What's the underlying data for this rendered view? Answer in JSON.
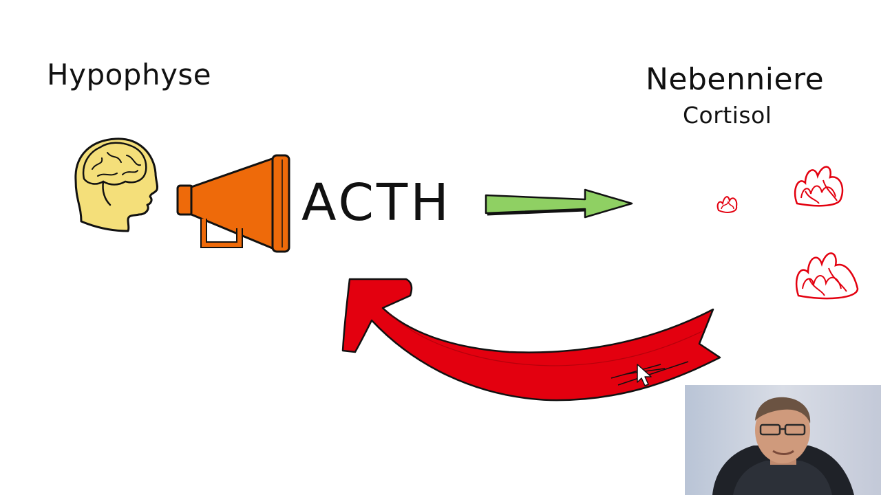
{
  "diagram": {
    "labels": {
      "hypophyse": "Hypophyse",
      "nebenniere": "Nebenniere",
      "cortisol": "Cortisol",
      "acth": "ACTH"
    },
    "icons": {
      "head": "head-brain-icon",
      "megaphone": "megaphone-icon",
      "forward_arrow": "green-arrow-right",
      "feedback_arrow": "red-curved-arrow-left",
      "flames": [
        "flame-small-icon",
        "flame-large-icon",
        "flame-large-icon"
      ]
    },
    "colors": {
      "head": "#f4df7a",
      "megaphone": "#ee6a0a",
      "forward_arrow": "#8fd063",
      "feedback_arrow": "#e3000f",
      "flame": "#e3000f",
      "text": "#111111"
    }
  },
  "video_overlay": {
    "type": "webcam-presenter"
  }
}
